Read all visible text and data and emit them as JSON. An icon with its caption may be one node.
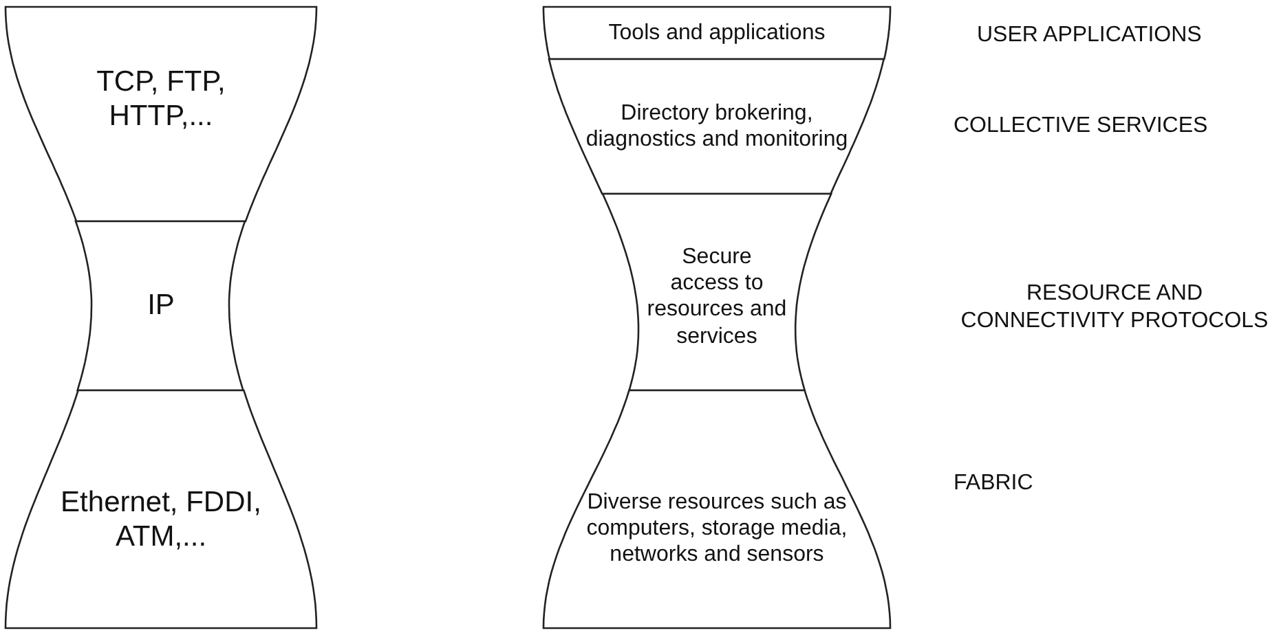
{
  "diagram": {
    "nodes": [
      {
        "text": [
          "TCP, FTP, HTTP,..."
        ]
      },
      {
        "text": [
          "IP"
        ]
      },
      {
        "text": [
          "Ethernet, FDDI, ATM,..."
        ]
      },
      {
        "text": [
          "Tools and applications"
        ]
      },
      {
        "text": [
          "Directory brokering, diagnostics and monitoring"
        ]
      },
      {
        "text": [
          "Secure access to resources and services"
        ]
      },
      {
        "text": [
          "Diverse resources such as computers, storage media, networks and sensors"
        ]
      }
    ],
    "labels": [
      "USER APPLICATIONS",
      "COLLECTIVE SERVICES",
      "RESOURCE AND CONNECTIVITY PROTOCOLS",
      "FABRIC"
    ]
  }
}
